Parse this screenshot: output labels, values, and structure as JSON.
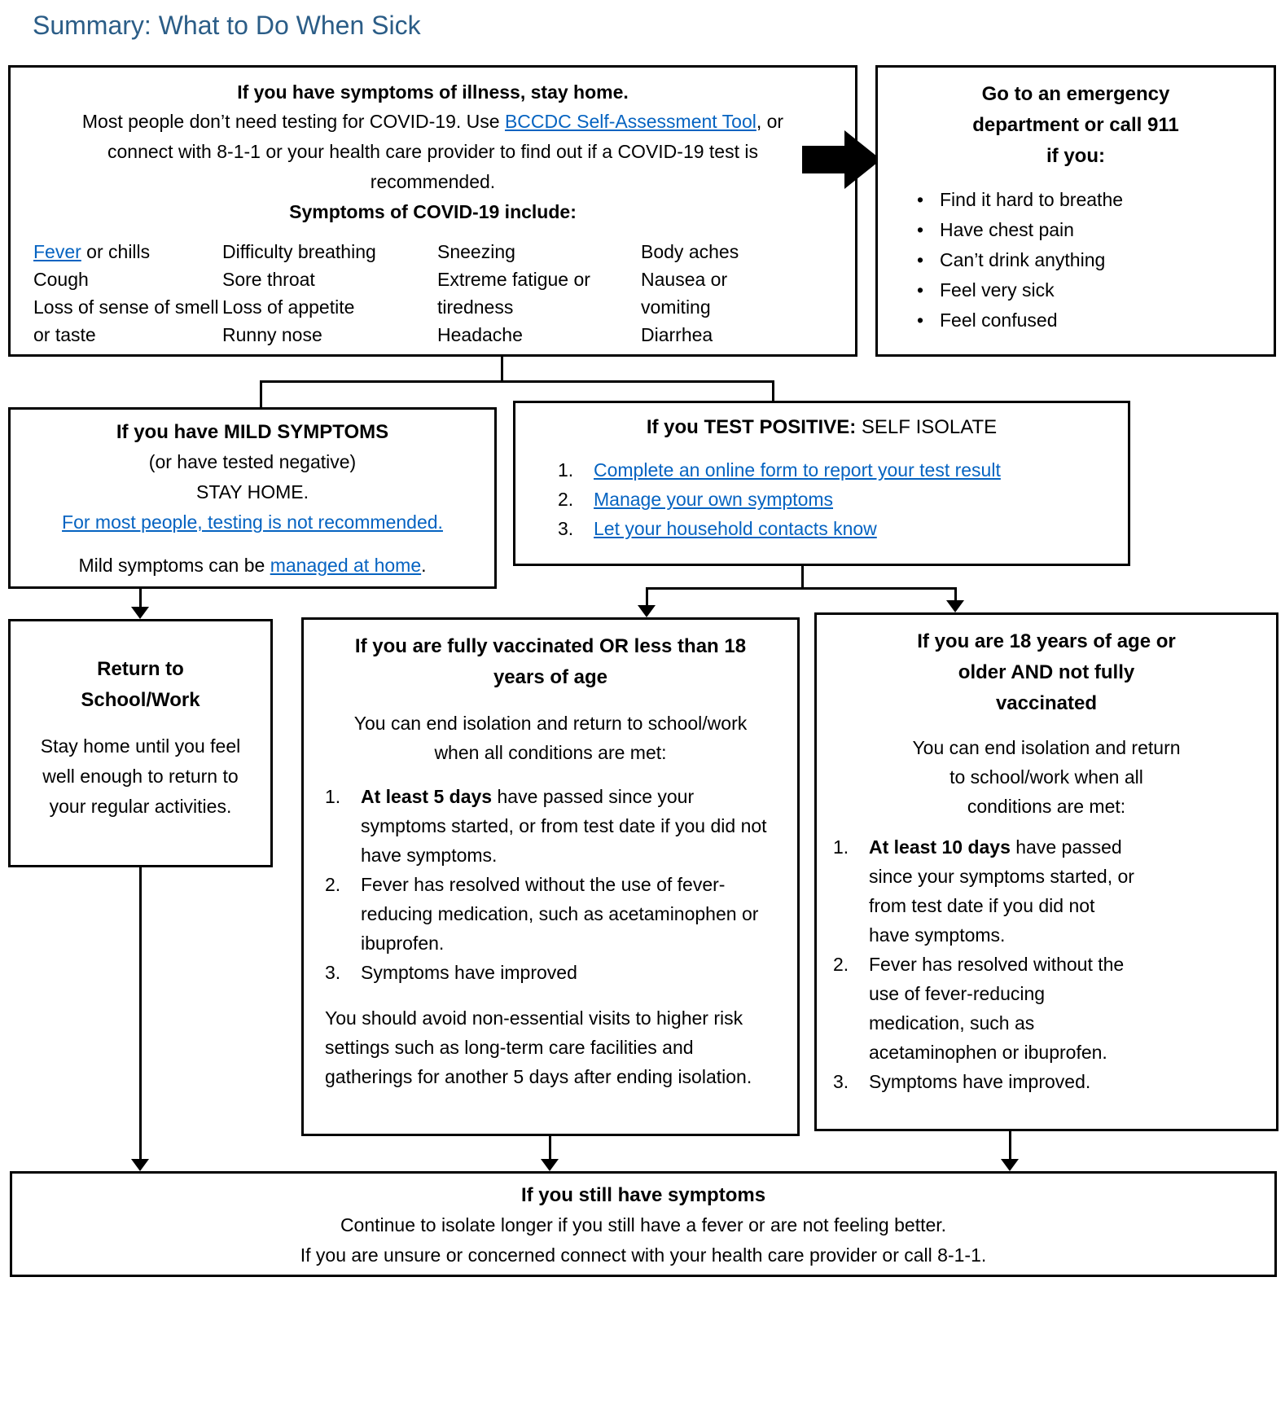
{
  "title": "Summary: What to Do When Sick",
  "colors": {
    "heading_blue": "#2B5D87",
    "link_blue": "#0563C1",
    "line_black": "#000000"
  },
  "stay_home": {
    "heading": "If you have symptoms of illness, stay home.",
    "body_pre": "Most people don’t need testing for COVID-19. Use ",
    "body_link": "BCCDC Self-Assessment Tool",
    "body_post": ", or connect with 8-1-1 or your health care provider to find out if a COVID-19 test is recommended.",
    "symptoms_heading": "Symptoms of COVID-19 include:",
    "symptoms": {
      "fever_link": "Fever",
      "fever_rest": " or chills",
      "col1": [
        "Cough",
        "Loss of sense of smell or taste"
      ],
      "col2": [
        "Difficulty breathing",
        "Sore throat",
        "Loss of appetite",
        "Runny nose"
      ],
      "col3": [
        "Sneezing",
        "Extreme fatigue or tiredness",
        "Headache"
      ],
      "col4": [
        "Body aches",
        "Nausea or vomiting",
        "Diarrhea"
      ]
    }
  },
  "emergency": {
    "heading_lines": [
      "Go to an emergency",
      "department or call 911",
      "if you:"
    ],
    "bullets": [
      "Find it hard to breathe",
      "Have chest pain",
      "Can’t drink anything",
      "Feel very sick",
      "Feel confused"
    ]
  },
  "mild": {
    "heading": "If you have MILD SYMPTOMS",
    "line2": "(or have tested negative)",
    "line3": "STAY HOME.",
    "link": "For most people, testing is not recommended.",
    "line5_pre": "Mild symptoms can be ",
    "line5_link": "managed at home",
    "line5_post": "."
  },
  "positive": {
    "heading_bold": "If you TEST POSITIVE:",
    "heading_rest": " SELF ISOLATE",
    "steps": [
      {
        "num": "1.",
        "label": "Complete an online form to report your test result"
      },
      {
        "num": "2.",
        "label": "Manage your own symptoms"
      },
      {
        "num": "3.",
        "label": "Let your household contacts know"
      }
    ]
  },
  "return_box": {
    "heading_lines": [
      "Return to",
      "School/Work"
    ],
    "body": "Stay home until you feel well enough to return to your regular activities."
  },
  "vaccinated": {
    "heading_lines": [
      "If you are fully vaccinated OR less than 18",
      "years of age"
    ],
    "intro_lines": [
      "You can end isolation and return to school/work",
      "when all conditions are met:"
    ],
    "steps": [
      {
        "num": "1.",
        "bold": "At least 5 days",
        "rest": " have passed since your symptoms started, or from test date if you did not have symptoms."
      },
      {
        "num": "2.",
        "bold": "",
        "rest": "Fever has resolved without the use of fever-reducing medication, such as acetaminophen or ibuprofen."
      },
      {
        "num": "3.",
        "bold": "",
        "rest": "Symptoms have improved"
      }
    ],
    "footer": "You should avoid non-essential visits to higher risk settings such as long-term care facilities and gatherings for another 5 days after ending isolation."
  },
  "unvaccinated": {
    "heading_lines": [
      "If you are 18 years of age or",
      "older AND not fully",
      "vaccinated"
    ],
    "intro_lines": [
      "You can end isolation and return",
      "to school/work when all",
      "conditions are met:"
    ],
    "steps": [
      {
        "num": "1.",
        "bold": "At least 10 days",
        "rest": " have passed since your symptoms started, or from test date if you did not have symptoms."
      },
      {
        "num": "2.",
        "bold": "",
        "rest": "Fever has resolved without the use of fever-reducing medication, such as acetaminophen or ibuprofen."
      },
      {
        "num": "3.",
        "bold": "",
        "rest": "Symptoms have improved."
      }
    ]
  },
  "still_symptoms": {
    "heading": "If you still have symptoms",
    "line1": "Continue to isolate longer if you still have a fever or are not feeling better.",
    "line2": "If you are unsure or concerned connect with your health care provider or call 8-1-1."
  }
}
